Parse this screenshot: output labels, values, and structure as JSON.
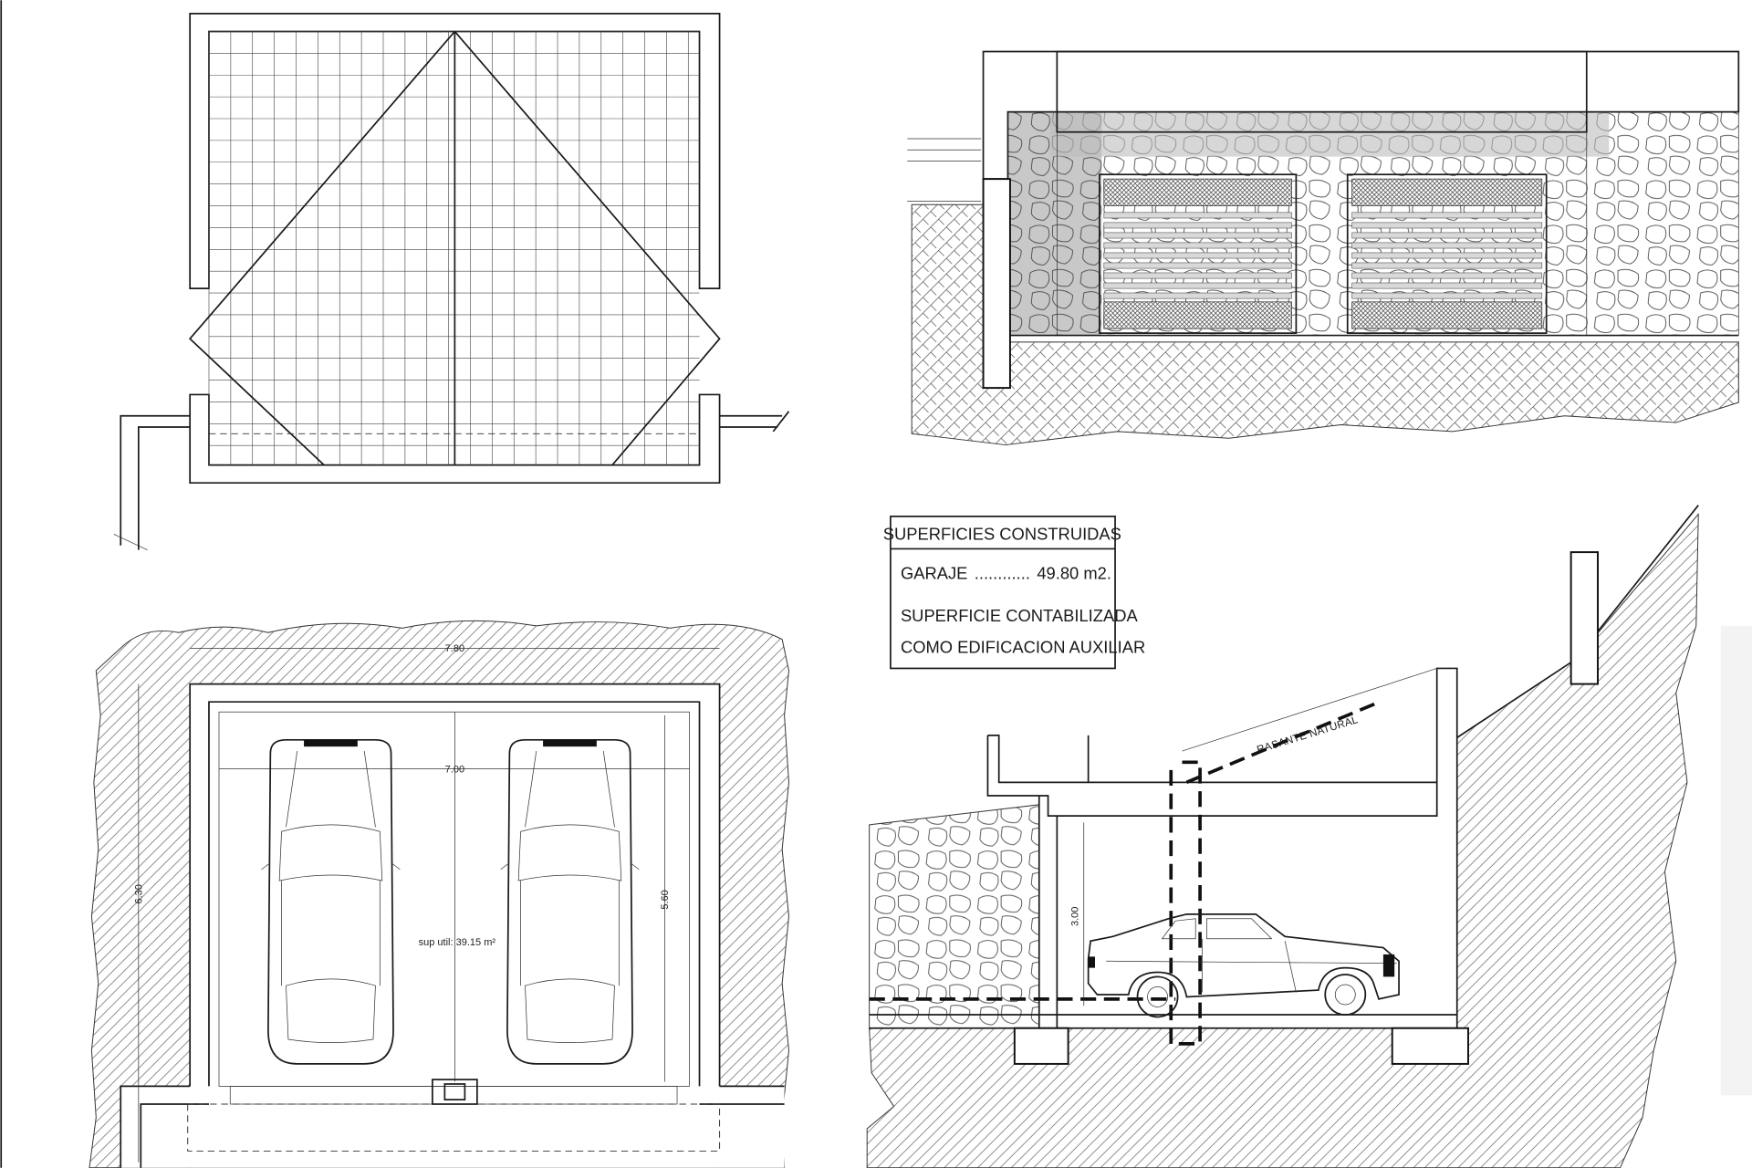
{
  "drawing": {
    "table": {
      "header": "SUPERFICIES CONSTRUIDAS",
      "row_label": "GARAJE",
      "row_leader": "............",
      "row_value": "49.80 m2.",
      "note_line1": "SUPERFICIE CONTABILIZADA",
      "note_line2": "COMO EDIFICACION AUXILIAR"
    },
    "plan": {
      "dim_outer_width": "7.80",
      "dim_inner_width": "7.00",
      "dim_outer_depth": "6.30",
      "dim_inner_depth": "5.60",
      "useful_area": "sup util: 39.15 m²"
    },
    "section": {
      "terrain_label": "RASANTE NATURAL",
      "dim_height": "3.00"
    }
  }
}
